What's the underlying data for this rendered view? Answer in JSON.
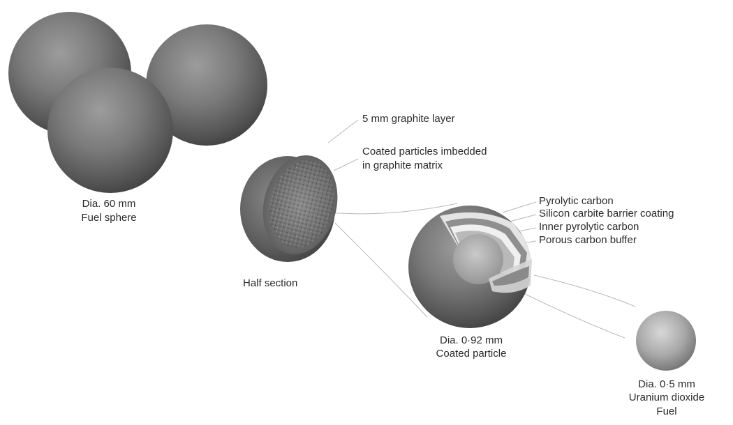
{
  "fuel_sphere": {
    "diameter": "Dia. 60 mm",
    "name": "Fuel sphere"
  },
  "half_section": {
    "name": "Half section",
    "callouts": [
      "5 mm graphite layer",
      "Coated particles imbedded",
      "in graphite matrix"
    ]
  },
  "coated_particle": {
    "diameter": "Dia. 0·92 mm",
    "name": "Coated particle",
    "layers": [
      "Pyrolytic carbon",
      "Silicon carbite barrier coating",
      "Inner pyrolytic carbon",
      "Porous carbon buffer"
    ]
  },
  "fuel_kernel": {
    "diameter": "Dia. 0·5 mm",
    "material": "Uranium dioxide",
    "name": "Fuel"
  },
  "colors": {
    "sphere_dark": "#4a4a4a",
    "sphere_mid": "#8a8a8a",
    "sphere_light": "#c8c8c8",
    "leader_line": "#b5b5b5",
    "text": "#2a2a2a"
  }
}
